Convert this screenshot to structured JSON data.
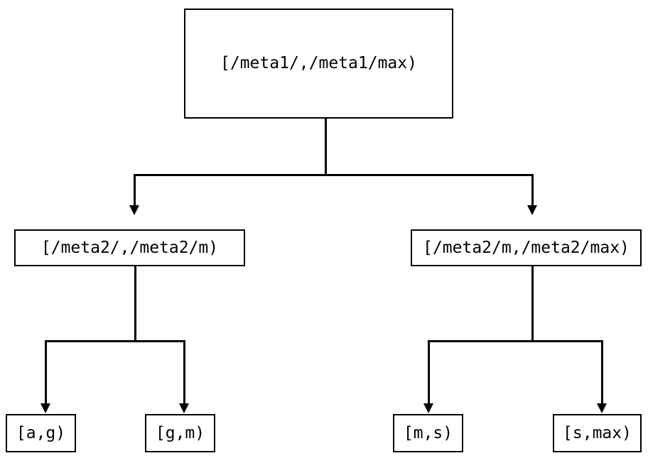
{
  "diagram": {
    "type": "tree",
    "title": "",
    "background_color": "#ffffff",
    "stroke_color": "#000000",
    "text_color": "#000000",
    "nodes": {
      "root": {
        "label": "[/meta1/,/meta1/max)",
        "level": "root"
      },
      "mid_left": {
        "label": "[/meta2/,/meta2/m)",
        "level": "internal"
      },
      "mid_right": {
        "label": "[/meta2/m,/meta2/max)",
        "level": "internal"
      },
      "leaf_1": {
        "label": "[a,g)",
        "level": "leaf"
      },
      "leaf_2": {
        "label": "[g,m)",
        "level": "leaf"
      },
      "leaf_3": {
        "label": "[m,s)",
        "level": "leaf"
      },
      "leaf_4": {
        "label": "[s,max)",
        "level": "leaf"
      }
    },
    "edges": [
      {
        "from": "root",
        "to": "mid_left",
        "arrow": "down-triangle"
      },
      {
        "from": "root",
        "to": "mid_right",
        "arrow": "down-triangle"
      },
      {
        "from": "mid_left",
        "to": "leaf_1",
        "arrow": "down-triangle"
      },
      {
        "from": "mid_left",
        "to": "leaf_2",
        "arrow": "down-triangle"
      },
      {
        "from": "mid_right",
        "to": "leaf_3",
        "arrow": "down-triangle"
      },
      {
        "from": "mid_right",
        "to": "leaf_4",
        "arrow": "down-triangle"
      }
    ]
  }
}
